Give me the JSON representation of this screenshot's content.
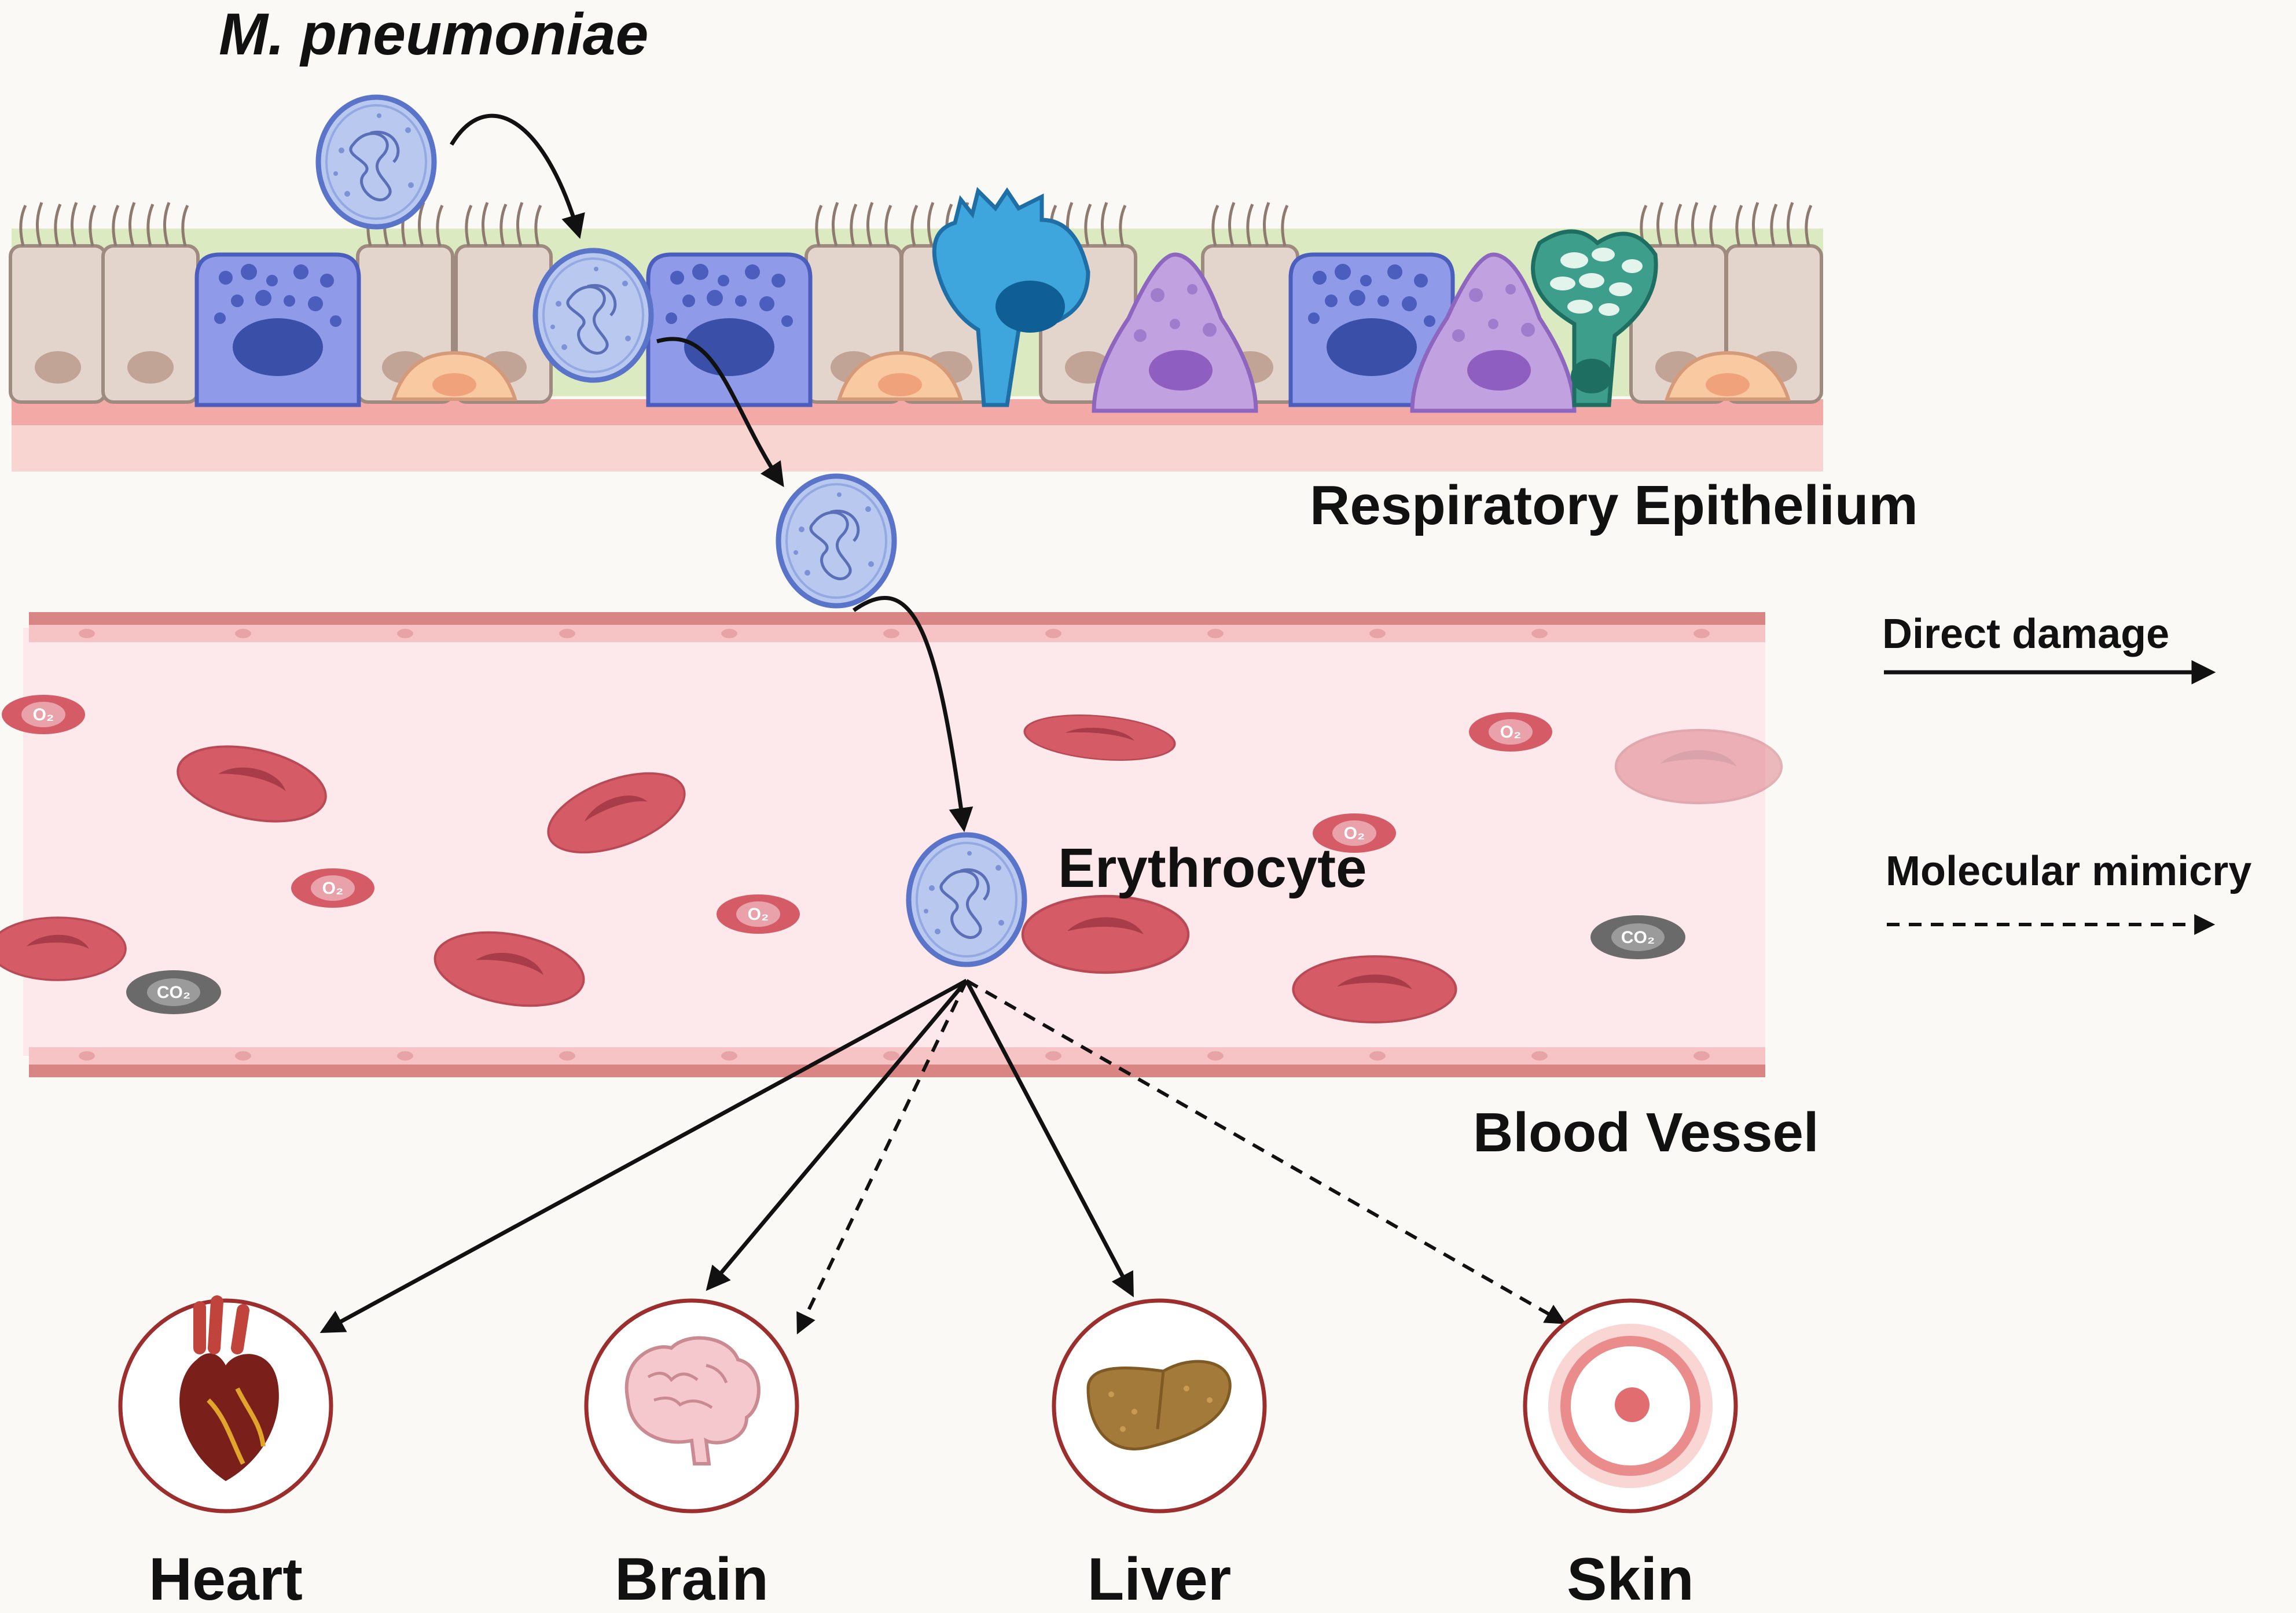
{
  "title": "M. pneumoniae",
  "labels": {
    "epithelium": "Respiratory Epithelium",
    "vessel": "Blood Vessel",
    "erythrocyte": "Erythrocyte"
  },
  "legend": {
    "direct": "Direct damage",
    "mimicry": "Molecular mimicry"
  },
  "organs": [
    {
      "name": "Heart"
    },
    {
      "name": "Brain"
    },
    {
      "name": "Liver"
    },
    {
      "name": "Skin"
    }
  ],
  "gas_labels": {
    "oxygen": "O₂",
    "carbon_dioxide": "CO₂"
  },
  "colors": {
    "background": "#fbf9f5",
    "mucus": "#dbeac0",
    "basement": "#f3a9a6",
    "vessel_wall": "#d98584",
    "vessel_lumen": "#fde8ec",
    "rbc": "#d55c66",
    "bacterium": "#b9c8ef",
    "organ_ring": "#9c2e2e"
  }
}
